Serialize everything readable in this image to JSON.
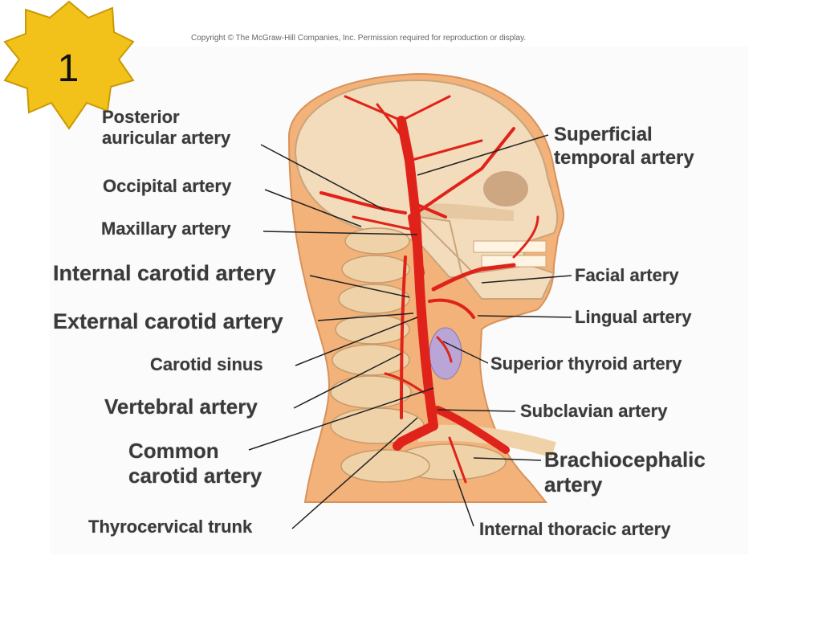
{
  "slide_badge": {
    "number": "1"
  },
  "copyright": "Copyright © The McGraw-Hill Companies, Inc. Permission required for reproduction or display.",
  "labels": {
    "posterior_auricular_1": "Posterior",
    "posterior_auricular_2": "auricular artery",
    "occipital": "Occipital artery",
    "maxillary": "Maxillary artery",
    "internal_carotid": "Internal carotid artery",
    "external_carotid": "External carotid artery",
    "carotid_sinus": "Carotid sinus",
    "vertebral": "Vertebral artery",
    "common_carotid_1": "Common",
    "common_carotid_2": "carotid artery",
    "thyrocervical": "Thyrocervical trunk",
    "superficial_temporal_1": "Superficial",
    "superficial_temporal_2": "temporal artery",
    "facial": "Facial artery",
    "lingual": "Lingual artery",
    "superior_thyroid": "Superior thyroid artery",
    "subclavian": "Subclavian artery",
    "brachiocephalic_1": "Brachiocephalic",
    "brachiocephalic_2": "artery",
    "internal_thoracic": "Internal thoracic artery"
  },
  "colors": {
    "artery": "#e0231a",
    "skin": "#f2b27a",
    "bone": "#f3dcbc",
    "label_text": "#3a3a3a",
    "badge_fill": "#f2c21b"
  }
}
